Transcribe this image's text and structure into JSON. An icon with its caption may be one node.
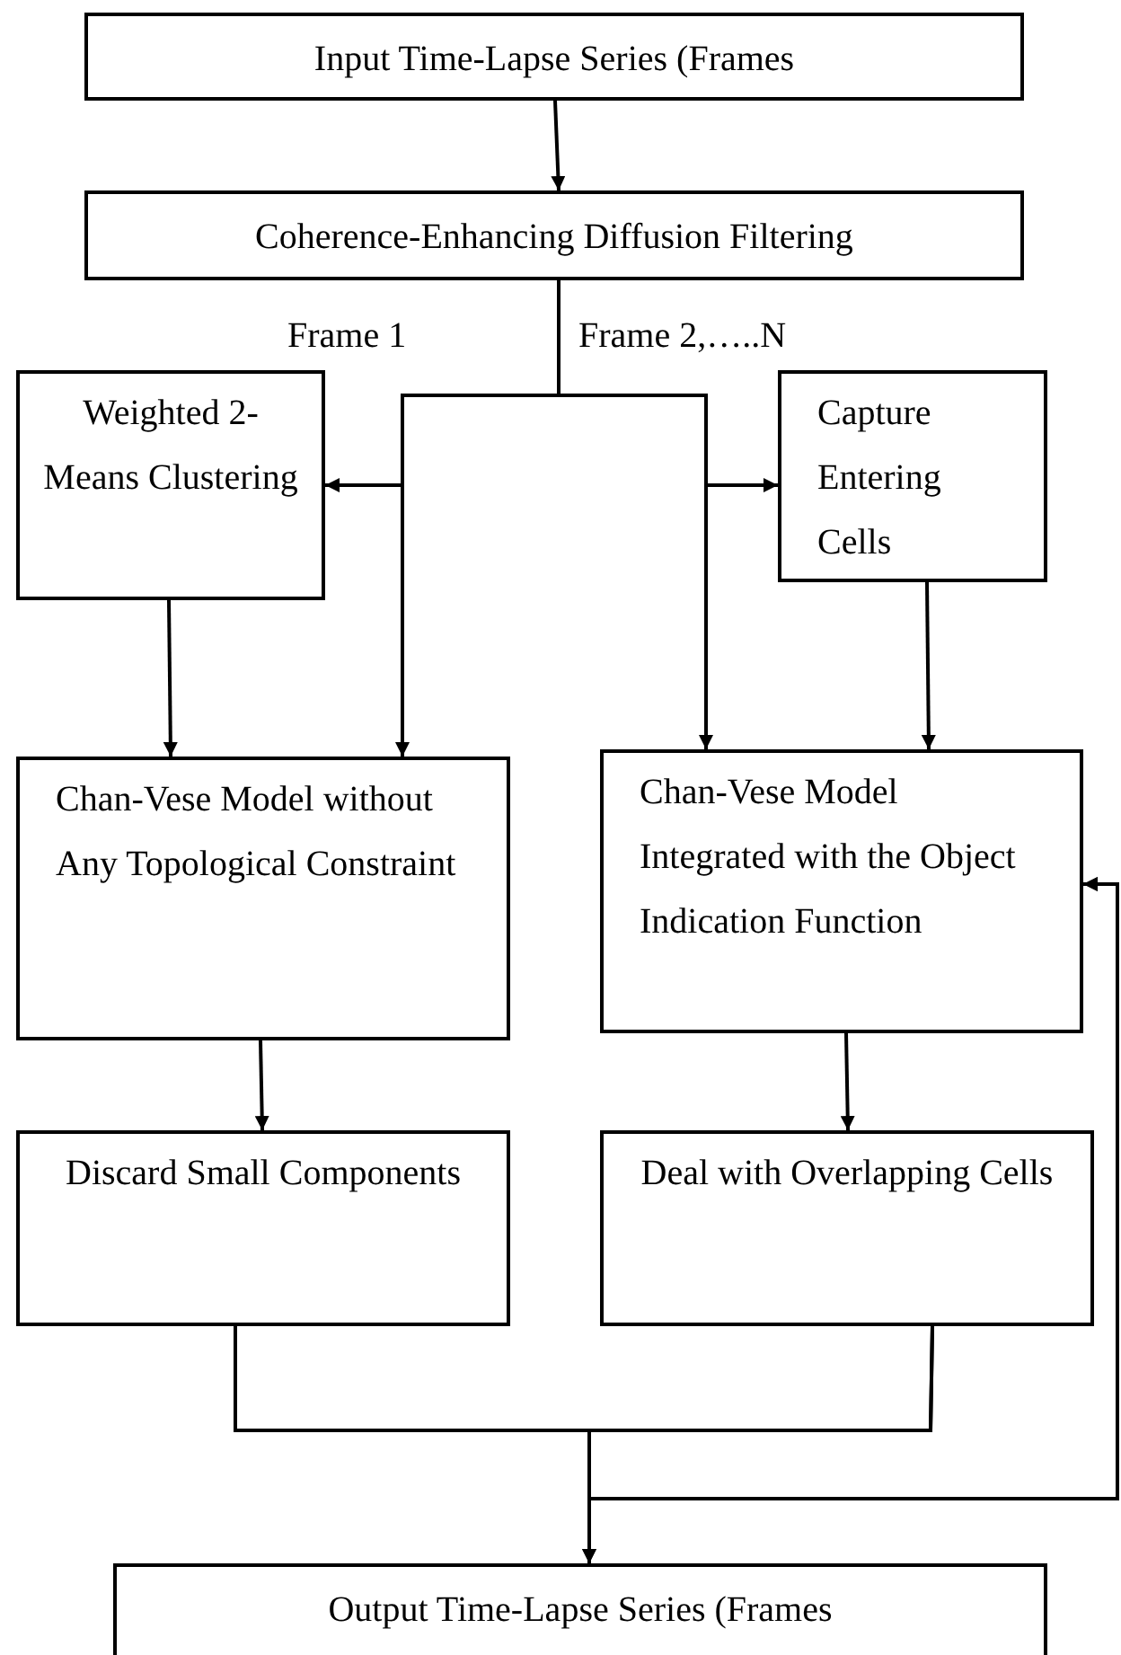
{
  "diagram": {
    "nodes": [
      {
        "text": [
          "Input Time-Lapse Series (Frames"
        ]
      },
      {
        "text": [
          "Coherence-Enhancing Diffusion Filtering"
        ]
      },
      {
        "text": [
          "Weighted 2-Means Clustering"
        ]
      },
      {
        "text": [
          "Capture Entering Cells"
        ]
      },
      {
        "text": [
          "Chan-Vese Model without Any Topological Constraint"
        ]
      },
      {
        "text": [
          "Chan-Vese Model Integrated with the Object Indication Function"
        ]
      },
      {
        "text": [
          "Discard Small Components"
        ]
      },
      {
        "text": [
          "Deal with Overlapping Cells"
        ]
      },
      {
        "text": [
          "Output  Time-Lapse Series (Frames"
        ]
      }
    ],
    "edges": [
      {
        "from": 0,
        "to": 1,
        "arrow": "to"
      },
      {
        "from": 1,
        "to": 2,
        "arrow": "to"
      },
      {
        "from": 1,
        "to": 3,
        "arrow": "to"
      },
      {
        "from": 1,
        "to": 4,
        "arrow": "to"
      },
      {
        "from": 1,
        "to": 5,
        "arrow": "to"
      },
      {
        "from": 2,
        "to": 4,
        "arrow": "to"
      },
      {
        "from": 3,
        "to": 5,
        "arrow": "to"
      },
      {
        "from": 4,
        "to": 6,
        "arrow": "to"
      },
      {
        "from": 5,
        "to": 7,
        "arrow": "to"
      },
      {
        "from": 6,
        "to": 8,
        "arrow": "to"
      },
      {
        "from": 7,
        "to": 8,
        "arrow": "to"
      },
      {
        "from": 6,
        "to": 5,
        "arrow": "to"
      },
      {
        "from": 7,
        "to": 5,
        "arrow": "to"
      }
    ],
    "labels": [
      "Frame 1",
      "Frame 2,…..N"
    ]
  }
}
